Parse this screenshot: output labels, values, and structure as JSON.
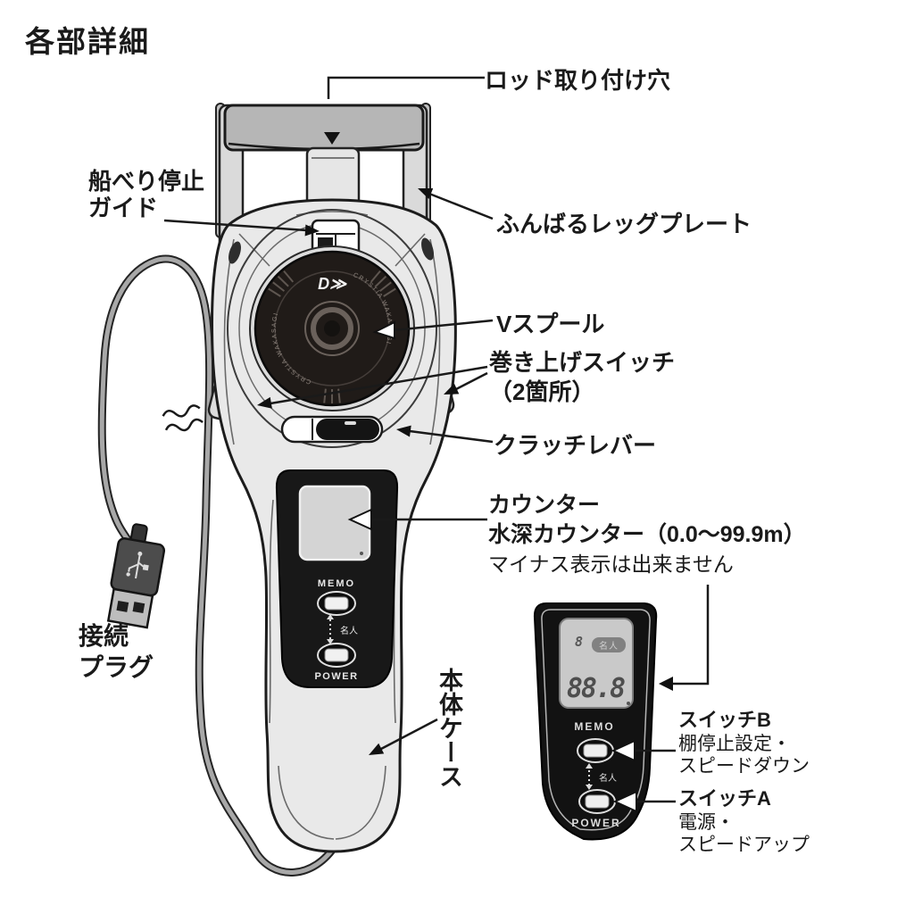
{
  "title": "各部詳細",
  "callouts": {
    "rod_hole": "ロッド取り付け穴",
    "gunwale_stop_line1": "船べり停止",
    "gunwale_stop_line2": "ガイド",
    "leg_plate": "ふんばるレッグプレート",
    "v_spool": "Vスプール",
    "hoist_switch_line1": "巻き上げスイッチ",
    "hoist_switch_line2": "（2箇所）",
    "clutch_lever": "クラッチレバー",
    "counter_line1": "カウンター",
    "counter_line2": "水深カウンター（0.0～99.9m）",
    "counter_line3": "マイナス表示は出来ません",
    "plug_line1": "接続",
    "plug_line2": "プラグ",
    "body_case": "本体ケース",
    "switch_b_title": "スイッチB",
    "switch_b_line1": "棚停止設定・",
    "switch_b_line2": "スピードダウン",
    "switch_a_title": "スイッチA",
    "switch_a_line1": "電源・",
    "switch_a_line2": "スピードアップ"
  },
  "device": {
    "brand_logo": "D≫",
    "spool_arc_text": "CRYSTIA WAKASAGI",
    "memo_label": "MEMO",
    "power_label": "POWER",
    "meijin_label": "名人"
  },
  "mini_device": {
    "memo_label": "MEMO",
    "power_label": "POWER",
    "meijin_label": "名人",
    "lcd_badge": "名人",
    "lcd_mode_digit": "8",
    "lcd_digits": "88.8"
  },
  "colors": {
    "ink": "#1a1a1a",
    "body_gray": "#e9e9e9",
    "bar_gray": "#b6b6b6",
    "panel_black": "#161616",
    "lcd_gray": "#cdcdcd",
    "spool_black": "#201b18"
  }
}
